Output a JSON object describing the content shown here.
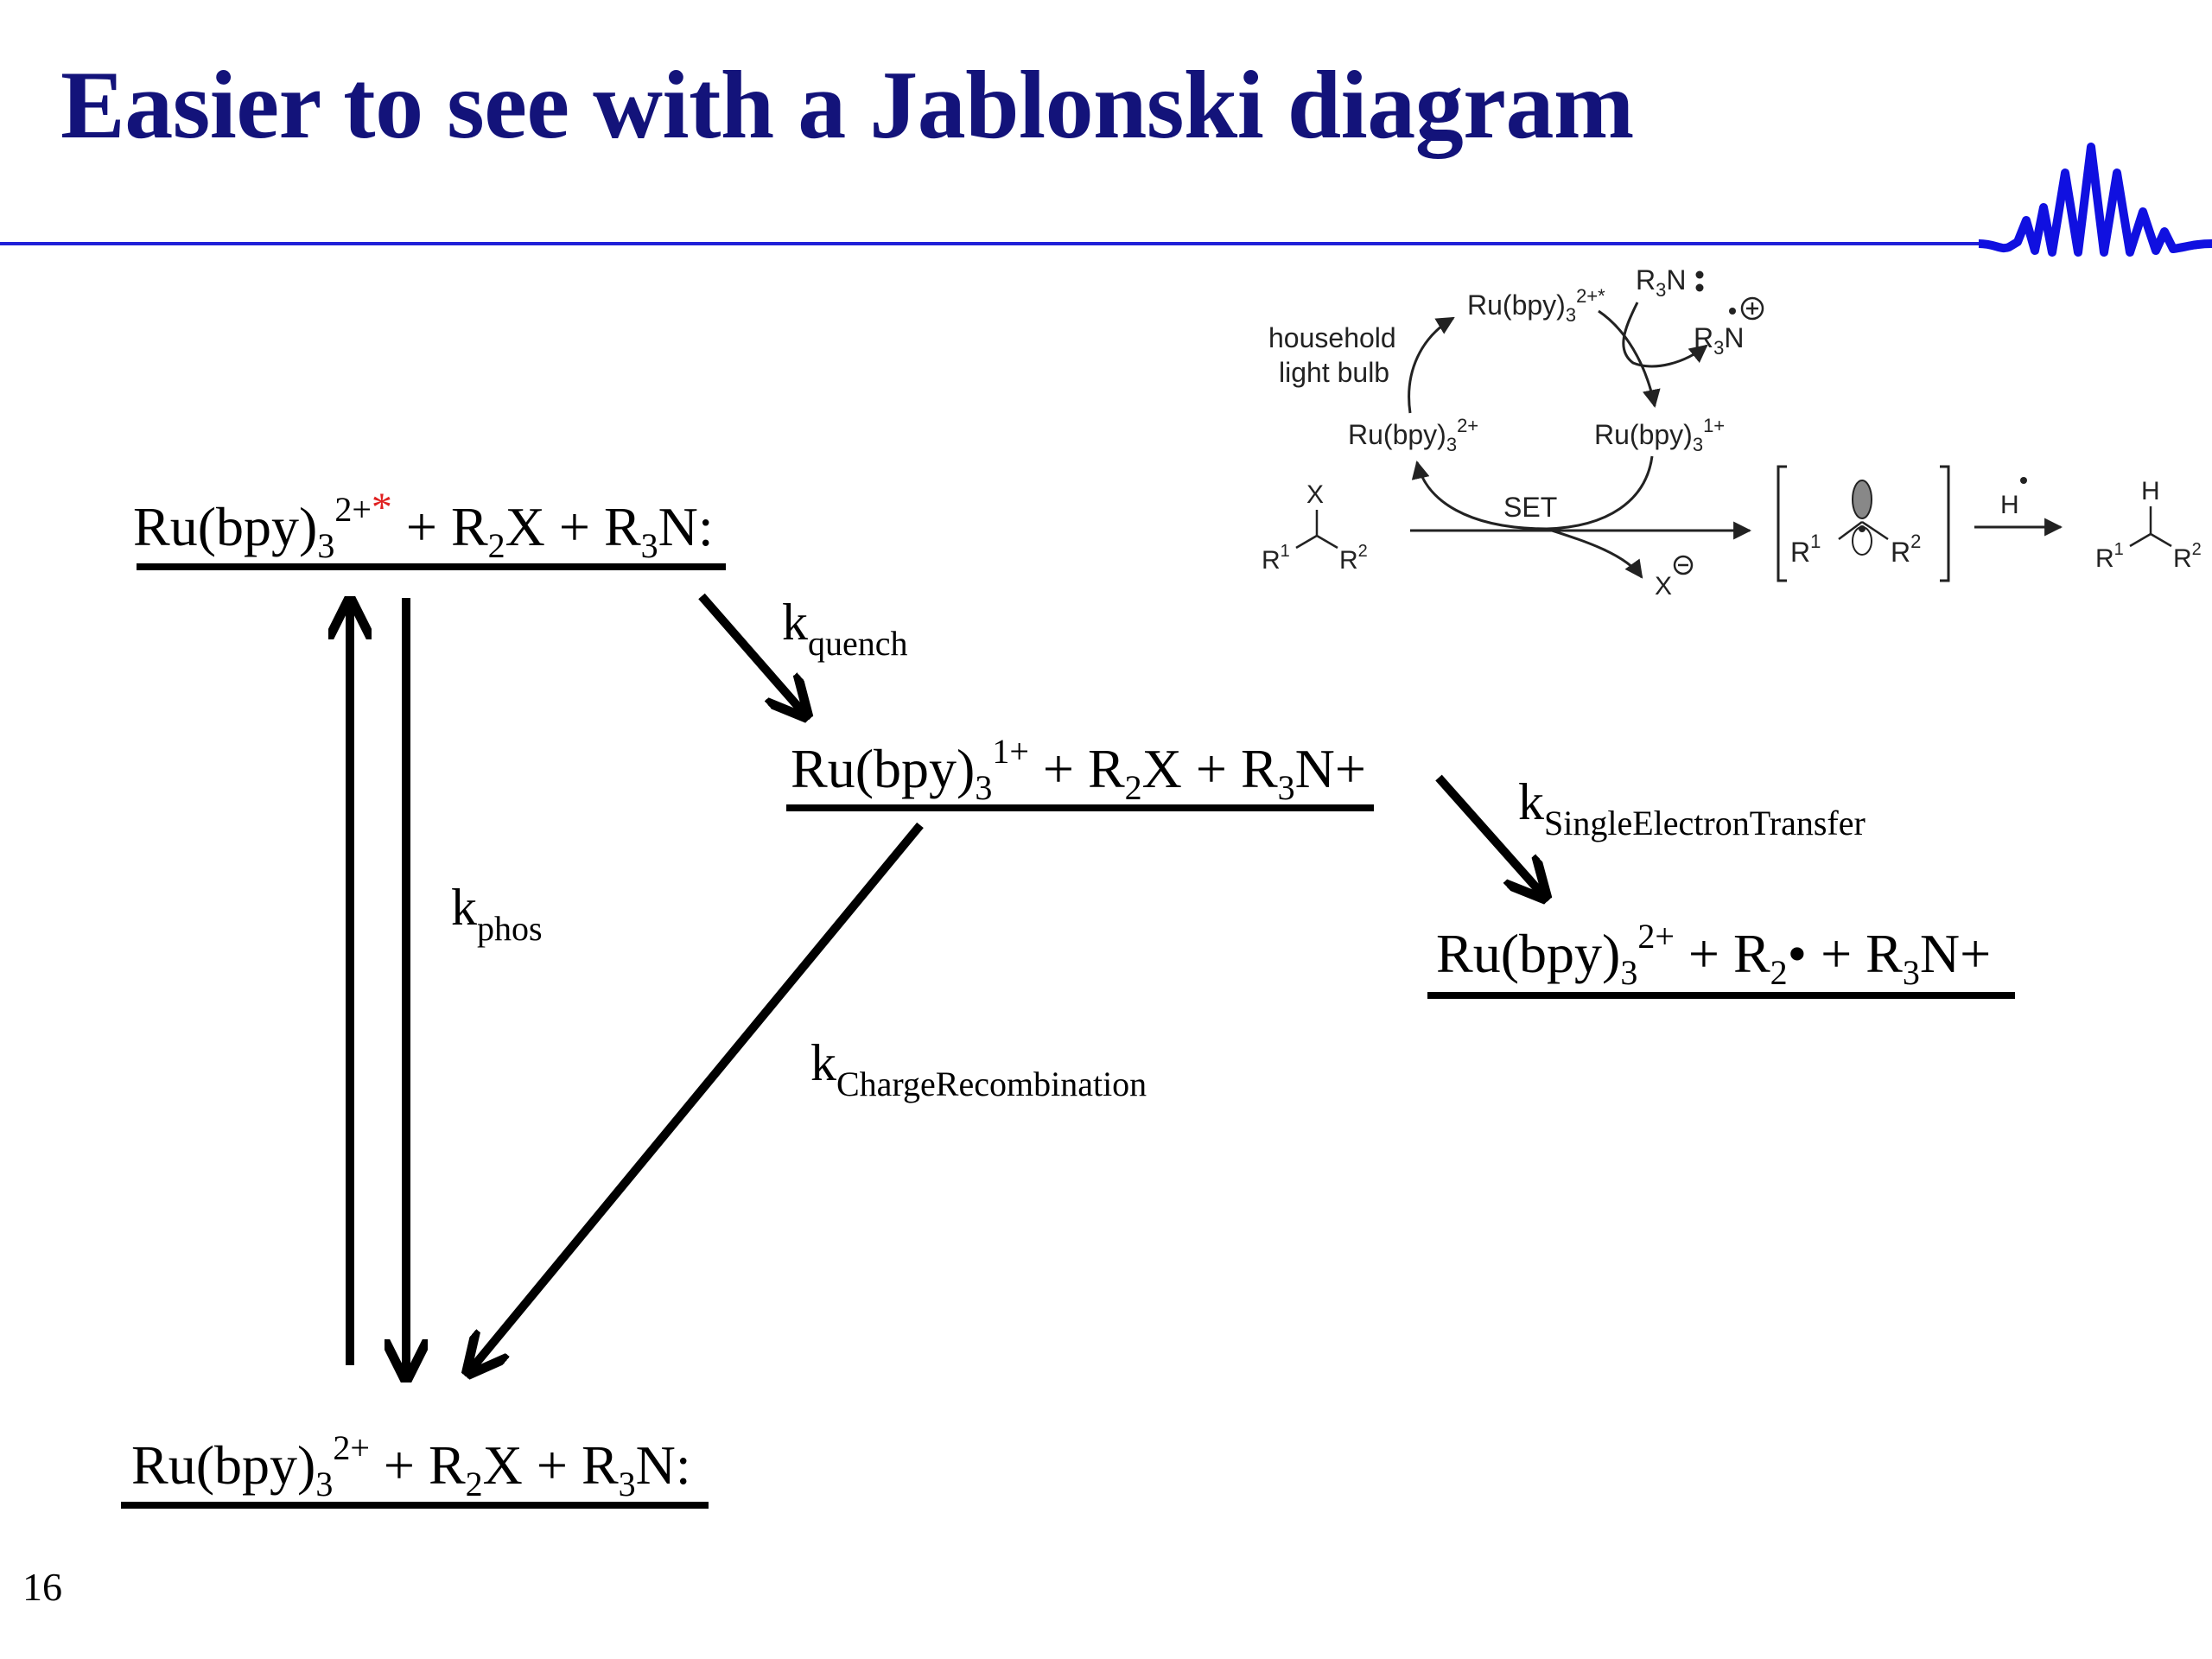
{
  "slide": {
    "title": "Easier to see with a Jablonski diagram",
    "page_number": "16",
    "colors": {
      "title": "#13137a",
      "rule": "#2020d8",
      "star": "#e02020",
      "logo": "#1010e0"
    }
  },
  "levels": {
    "excited": {
      "ru": "Ru(bpy)",
      "sub3": "3",
      "charge": "2+",
      "star": "*",
      "rest_a": " + R",
      "sub2": "2",
      "rest_b": "X + R",
      "sub3b": "3",
      "rest_c": "N:"
    },
    "reduced": {
      "ru": "Ru(bpy)",
      "sub3": "3",
      "charge": "1+",
      "rest_a": " + R",
      "sub2": "2",
      "rest_b": "X + R",
      "sub3b": "3",
      "rest_c": "N+"
    },
    "product": {
      "ru": "Ru(bpy)",
      "sub3": "3",
      "charge": "2+",
      "rest_a": " + R",
      "sub2": "2",
      "rest_b": "• + R",
      "sub3b": "3",
      "rest_c": "N+"
    },
    "ground": {
      "ru": "Ru(bpy)",
      "sub3": "3",
      "charge": "2+",
      "rest_a": " + R",
      "sub2": "2",
      "rest_b": "X + R",
      "sub3b": "3",
      "rest_c": "N:"
    }
  },
  "rates": {
    "quench": {
      "k": "k",
      "sub": "quench"
    },
    "phos": {
      "k": "k",
      "sub": "phos"
    },
    "set": {
      "k": "k",
      "sub": "SingleElectronTransfer"
    },
    "charge_recomb": {
      "k": "k",
      "sub": "ChargeRecombination"
    }
  },
  "inset": {
    "ru_excited": "Ru(bpy)",
    "ru_excited_sub": "3",
    "ru_excited_sup": "2+*",
    "amine": "R",
    "amine_sub": "3",
    "amine_n": "N",
    "amine_radical": "R",
    "amine_radical_sub": "3",
    "amine_radical_n": "N",
    "household": "household",
    "light_bulb": "light bulb",
    "ru_ground": "Ru(bpy)",
    "ru_ground_sub": "3",
    "ru_ground_sup": "2+",
    "ru_reduced": "Ru(bpy)",
    "ru_reduced_sub": "3",
    "ru_reduced_sup": "1+",
    "set": "SET",
    "x": "X",
    "r1": "R",
    "r1_sup": "1",
    "r2": "R",
    "r2_sup": "2",
    "x_minus": "X",
    "h_radical": "H",
    "h": "H"
  }
}
